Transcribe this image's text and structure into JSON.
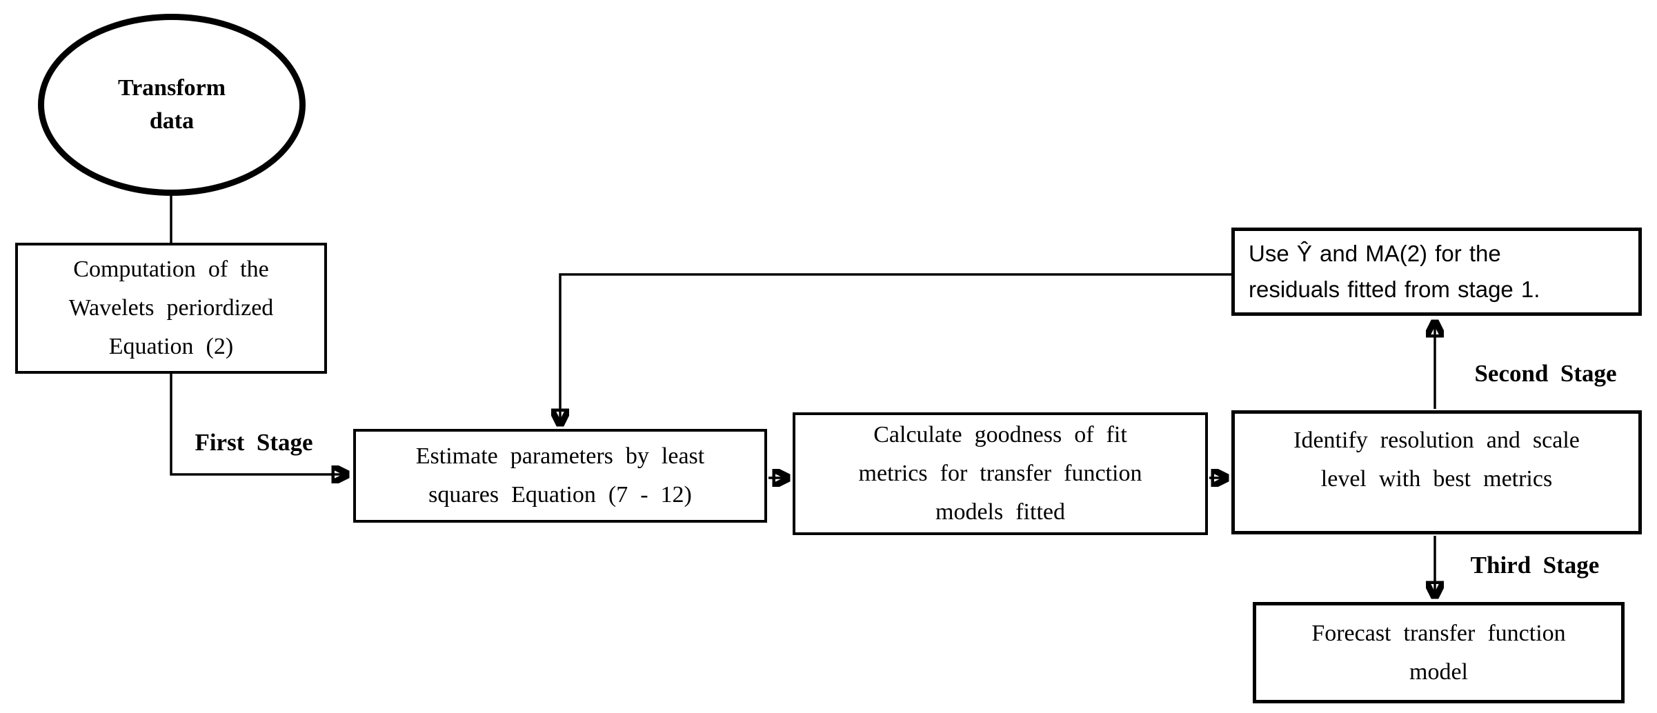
{
  "diagram": {
    "type": "flowchart",
    "background": "#ffffff",
    "colors": {
      "line": "#000000",
      "text": "#000000",
      "box_fill": "#ffffff"
    },
    "nodes": {
      "transform": {
        "shape": "ellipse",
        "lines": [
          "Transform",
          "data"
        ]
      },
      "computation": {
        "shape": "rect",
        "lines": [
          "Computation of the",
          "Wavelets periordized",
          "Equation (2)"
        ]
      },
      "estimate": {
        "shape": "rect",
        "lines": [
          "Estimate parameters by least",
          "squares Equation (7 - 12)"
        ]
      },
      "calculate": {
        "shape": "rect",
        "lines": [
          "Calculate goodness of fit",
          "metrics for transfer function",
          "models fitted"
        ]
      },
      "identify": {
        "shape": "rect",
        "lines": [
          "Identify resolution and scale",
          "level with best metrics"
        ]
      },
      "use_residuals": {
        "shape": "rect",
        "lines": [
          "Use Ŷ and MA(2) for the",
          "residuals fitted from stage 1."
        ]
      },
      "forecast": {
        "shape": "rect",
        "lines": [
          "Forecast transfer function",
          "model"
        ]
      }
    },
    "stage_labels": {
      "first": "First Stage",
      "second": "Second Stage",
      "third": "Third Stage"
    },
    "edges": [
      {
        "from": "transform",
        "to": "computation",
        "arrow": false
      },
      {
        "from": "computation",
        "to": "estimate",
        "arrow": true,
        "label": "First Stage"
      },
      {
        "from": "estimate",
        "to": "calculate",
        "arrow": true
      },
      {
        "from": "calculate",
        "to": "identify",
        "arrow": true
      },
      {
        "from": "identify",
        "to": "use_residuals",
        "arrow": true,
        "label": "Second Stage"
      },
      {
        "from": "use_residuals",
        "to": "estimate",
        "arrow": true,
        "note": "feedback loop"
      },
      {
        "from": "identify",
        "to": "forecast",
        "arrow": true,
        "label": "Third Stage"
      }
    ]
  }
}
